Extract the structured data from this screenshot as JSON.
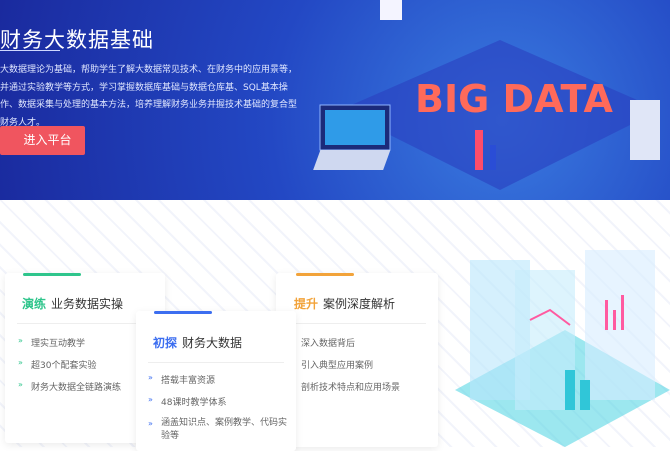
{
  "hero": {
    "title": "财务大数据基础",
    "description": "大数据理论为基础，帮助学生了解大数据常见技术、在财务中的应用景等，并通过实验教学等方式，学习掌握数据库基础与数据仓库基、SQL基本操作、数据采集与处理的基本方法，培养理解财务业务并握技术基础的复合型财务人才。",
    "button": "进入平台",
    "illustration_text": "BIG DATA"
  },
  "cards": [
    {
      "tag": "演练",
      "title": "业务数据实操",
      "color": "#2fc58c",
      "items": [
        "理实互动教学",
        "超30个配套实验",
        "财务大数据全链路演练"
      ]
    },
    {
      "tag": "初探",
      "title": "财务大数据",
      "color": "#3c6ef0",
      "items": [
        "搭载丰富资源",
        "48课时教学体系",
        "涵盖知识点、案例教学、代码实验等"
      ]
    },
    {
      "tag": "提升",
      "title": "案例深度解析",
      "color": "#f2a33a",
      "items": [
        "深入数据背后",
        "引入典型应用案例",
        "剖析技术特点和应用场景"
      ]
    }
  ]
}
